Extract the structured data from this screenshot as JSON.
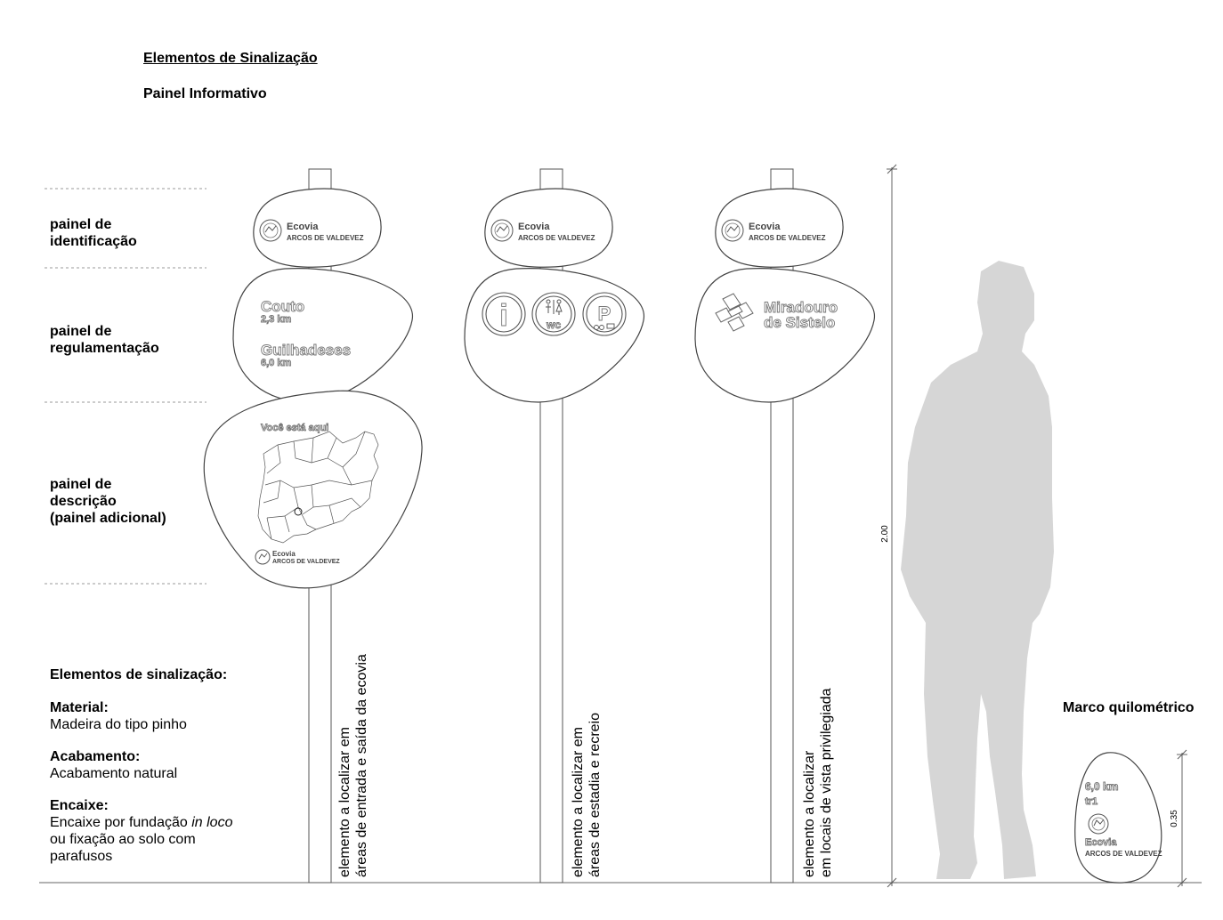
{
  "header": {
    "title": "Elementos de Sinalização",
    "subtitle": "Painel Informativo"
  },
  "panel_labels": {
    "identificacao": [
      "painel de",
      "identificação"
    ],
    "regulamentacao": [
      "painel de",
      "regulamentação"
    ],
    "descricao": [
      "painel de",
      "descrição",
      "(painel adicional)"
    ]
  },
  "materials": {
    "heading": "Elementos de sinalização:",
    "material_label": "Material:",
    "material_value": "Madeira do tipo pinho",
    "acabamento_label": "Acabamento:",
    "acabamento_value": "Acabamento natural",
    "encaixe_label": "Encaixe:",
    "encaixe_value_1": "Encaixe por fundação ",
    "encaixe_value_italic": "in loco",
    "encaixe_value_2": "ou fixação ao solo com",
    "encaixe_value_3": "parafusos"
  },
  "brand": {
    "name": "Ecovia",
    "place": "ARCOS DE VALDEVEZ"
  },
  "sign1": {
    "dest1_name": "Couto",
    "dest1_dist": "2,3 km",
    "dest2_name": "Guilhadeses",
    "dest2_dist": "6,0 km",
    "map_caption": "Você está aqui",
    "note_line1": "elemento a localizar em",
    "note_line2": "áreas de entrada e saída da ecovia"
  },
  "sign2": {
    "icon_info": "i",
    "icon_wc": "wc",
    "icon_parking": "P",
    "note_line1": "elemento a localizar em",
    "note_line2": "áreas de estadia e recreio"
  },
  "sign3": {
    "dest_line1": "Miradouro",
    "dest_line2": "de Sistelo",
    "note_line1": "elemento a localizar",
    "note_line2": "em locais de vista privilegiada"
  },
  "dimensions": {
    "height_total": "2.00",
    "height_marker": "0.35"
  },
  "marker": {
    "title": "Marco quilométrico",
    "distance": "6,0 km",
    "code": "tr1"
  }
}
